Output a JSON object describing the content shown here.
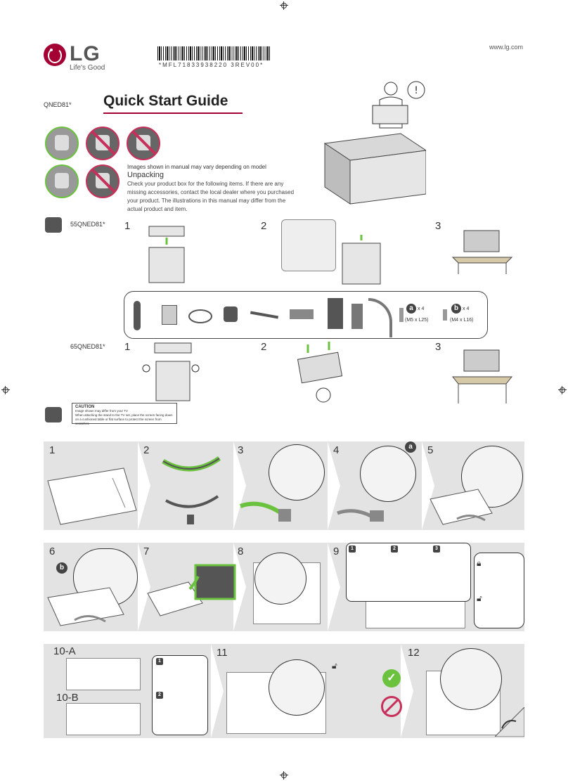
{
  "brand": {
    "name": "LG",
    "tagline": "Life's Good",
    "url": "www.lg.com",
    "color": "#a50034"
  },
  "doc": {
    "barcode_text": "*MFL71833938220 3REV00*",
    "model": "QNED81*",
    "title": "Quick Start Guide"
  },
  "unpacking": {
    "note": "Images shown in manual may vary depending on model",
    "heading": "Unpacking",
    "body": "Check your product box for the following items. If there are any missing accessories, contact the local dealer where you purchased your product. The illustrations in this manual may differ from the actual product and item."
  },
  "models": [
    {
      "label": "55QNED81*",
      "steps": [
        "1",
        "2",
        "3"
      ]
    },
    {
      "label": "65QNED81*",
      "steps": [
        "1",
        "2",
        "3"
      ]
    }
  ],
  "accessories": {
    "screws": [
      {
        "badge": "a",
        "qty": "x 4",
        "spec": "(M5 x L25)"
      },
      {
        "badge": "b",
        "qty": "x 4",
        "spec": "(M4 x L16)"
      }
    ]
  },
  "caution": {
    "title": "CAUTION",
    "line1": "Image shown may differ from your TV",
    "line2": "When attaching the stand to the TV set, place the screen facing down on a cushioned table or flat surface to protect the screen from scratches."
  },
  "assembly": {
    "row1": [
      "1",
      "2",
      "3",
      "4",
      "5"
    ],
    "row2": [
      "6",
      "7",
      "8",
      "9"
    ],
    "row3": [
      "10-A",
      "10-B",
      "11",
      "12"
    ],
    "badges": {
      "a": "a",
      "b": "b"
    },
    "inset_steps": [
      "1",
      "2",
      "3"
    ],
    "sub_steps": [
      "1",
      "2"
    ],
    "callouts": [
      "①",
      "②",
      "②"
    ]
  },
  "colors": {
    "ok": "#6bc23f",
    "no": "#c6305a",
    "band": "#e3e3e3"
  }
}
